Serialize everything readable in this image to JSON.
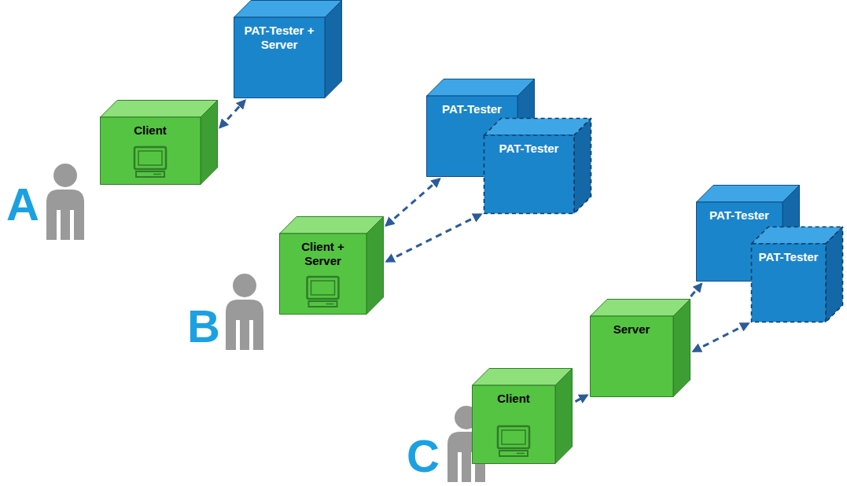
{
  "diagram": {
    "nodes": [
      {
        "text": [
          "Client"
        ]
      },
      {
        "text": [
          "PAT-Tester + Server"
        ]
      },
      {
        "text": [
          "PAT-Tester"
        ]
      },
      {
        "text": [
          "PAT-Tester"
        ]
      },
      {
        "text": [
          "Client + Server"
        ]
      },
      {
        "text": [
          "PAT-Tester"
        ]
      },
      {
        "text": [
          "PAT-Tester"
        ]
      },
      {
        "text": [
          "Server"
        ]
      },
      {
        "text": [
          "Client"
        ]
      }
    ],
    "edges": [
      {
        "from": 0,
        "to": 1,
        "arrow": "both"
      },
      {
        "from": 4,
        "to": 2,
        "arrow": "both"
      },
      {
        "from": 4,
        "to": 3,
        "arrow": "both"
      },
      {
        "from": 8,
        "to": 7,
        "arrow": "to"
      },
      {
        "from": 7,
        "to": 5,
        "arrow": "to"
      },
      {
        "from": 7,
        "to": 6,
        "arrow": "both"
      }
    ],
    "labels": [
      "A",
      "B",
      "C"
    ]
  }
}
